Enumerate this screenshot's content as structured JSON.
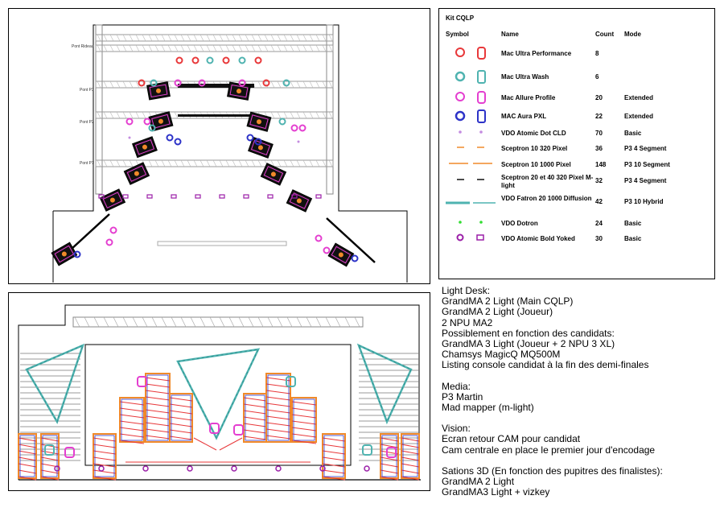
{
  "plan": {
    "truss_labels": [
      "Pont Rideau",
      "Pont P3",
      "Pont P2",
      "Pont P1"
    ]
  },
  "kit": {
    "title": "Kit CQLP",
    "headers": {
      "symbol": "Symbol",
      "name": "Name",
      "count": "Count",
      "mode": "Mode"
    },
    "rows": [
      {
        "name": "Mac Ultra Performance",
        "count": "8",
        "mode": "",
        "symbol": "spot-red",
        "color": "#e8383a"
      },
      {
        "name": "Mac Ultra Wash",
        "count": "6",
        "mode": "",
        "symbol": "wash-teal",
        "color": "#4fb3b0"
      },
      {
        "name": "Mac Allure Profile",
        "count": "20",
        "mode": "Extended",
        "symbol": "spot-magenta",
        "color": "#e43fd0"
      },
      {
        "name": "MAC Aura PXL",
        "count": "22",
        "mode": "Extended",
        "symbol": "wash-blue",
        "color": "#2d33c8"
      },
      {
        "name": "VDO Atomic Dot CLD",
        "count": "70",
        "mode": "Basic",
        "symbol": "dot-lilac",
        "color": "#c38be0"
      },
      {
        "name": "Sceptron 10 320 Pixel",
        "count": "36",
        "mode": "P3 4 Segment",
        "symbol": "dash-orange",
        "color": "#f08a2a"
      },
      {
        "name": "Sceptron 10 1000 Pixel",
        "count": "148",
        "mode": "P3 10 Segment",
        "symbol": "line-orange",
        "color": "#f08a2a"
      },
      {
        "name": "Sceptron 20 et 40  320 Pixel M-light",
        "count": "32",
        "mode": "P3 4 Segment",
        "symbol": "dash-black",
        "color": "#111111"
      },
      {
        "name": "VDO Fatron 20 1000 Diffusion",
        "count": "42",
        "mode": "P3 10 Hybrid",
        "symbol": "bar-teal",
        "color": "#4fb3b0"
      },
      {
        "name": "VDO Dotron",
        "count": "24",
        "mode": "Basic",
        "symbol": "dot-green",
        "color": "#33dd33"
      },
      {
        "name": "VDO Atomic Bold Yoked",
        "count": "30",
        "mode": "Basic",
        "symbol": "yoked-purple",
        "color": "#9b1fa8"
      }
    ]
  },
  "notes": [
    "Light Desk:",
    "GrandMA 2 Light (Main CQLP)",
    "GrandMA 2 Light (Joueur)",
    "2 NPU MA2",
    "Possiblement en fonction des candidats:",
    "GrandMA 3 Light (Joueur + 2 NPU 3 XL)",
    "Chamsys MagicQ MQ500M",
    "Listing console candidat à la fin des demi-finales",
    "",
    "Media:",
    "P3 Martin",
    "Mad mapper (m-light)",
    "",
    "Vision:",
    "Ecran retour CAM pour candidat",
    "Cam centrale en place le premier jour d'encodage",
    "",
    "Sations 3D (En fonction des pupitres des finalistes):",
    "GrandMA 2 Light",
    "GrandMA3 Light + vizkey"
  ]
}
